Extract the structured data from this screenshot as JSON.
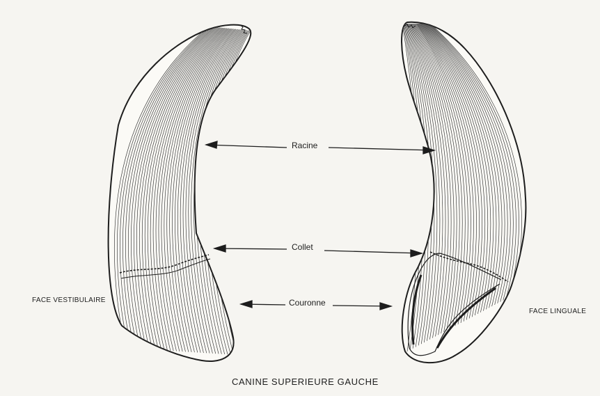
{
  "figure": {
    "caption": "CANINE SUPERIEURE GAUCHE",
    "left_view_label": "FACE VESTIBULAIRE",
    "right_view_label": "FACE LINGUALE",
    "parts": {
      "root": "Racine",
      "neck": "Collet",
      "crown": "Couronne"
    },
    "colors": {
      "background": "#f6f5f1",
      "ink": "#1d1d1d"
    }
  }
}
